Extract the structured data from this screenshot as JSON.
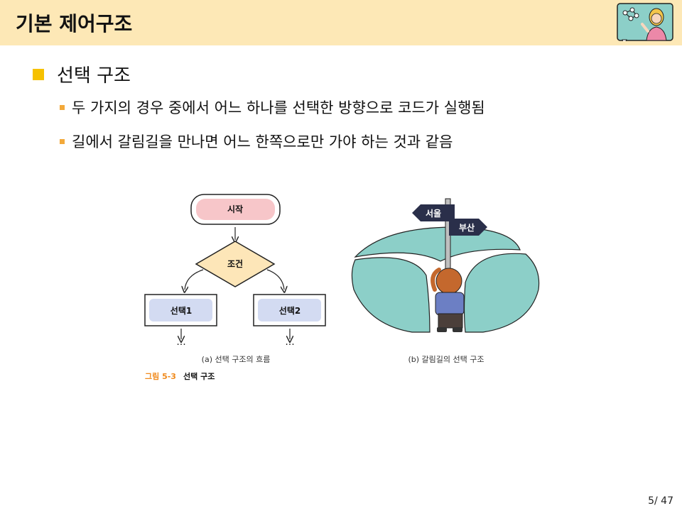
{
  "header": {
    "title": "기본 제어구조"
  },
  "main": {
    "bullet": "선택 구조",
    "sub_bullets": [
      "두 가지의 경우 중에서 어느 하나를 선택한 방향으로 코드가 실행됨",
      "길에서 갈림길을 만나면 어느 한쪽으로만 가야 하는 것과 같음"
    ]
  },
  "figure": {
    "flow": {
      "start": "시작",
      "condition": "조건",
      "choice1": "선택1",
      "choice2": "선택2",
      "caption": "(a) 선택 구조의 흐름"
    },
    "road": {
      "sign_left": "서울",
      "sign_right": "부산",
      "caption": "(b) 갈림길의 선택 구조"
    },
    "label_num": "그림 5-3",
    "label_title": "선택 구조"
  },
  "footer": {
    "page": "5/ 47"
  },
  "colors": {
    "header_bg": "#fde8b6",
    "bullet_main": "#f6c100",
    "bullet_sub": "#f3a93a",
    "road_green": "#8ccfc8",
    "start_fill": "#f7c6c9",
    "cond_fill": "#fde6b8",
    "choice_fill": "#d3dbf2",
    "fig_label": "#f08a1c"
  }
}
